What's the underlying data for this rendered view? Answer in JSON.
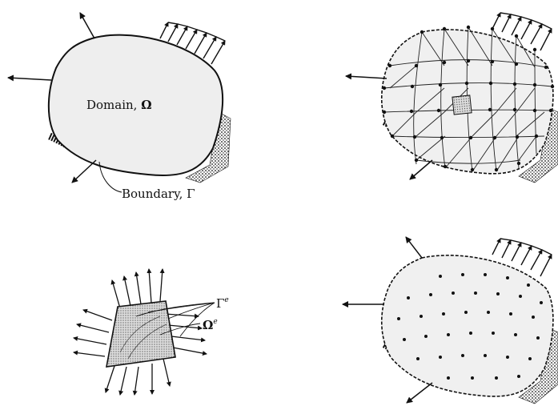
{
  "panel_continuum": {
    "domain_label": "Domain, ",
    "domain_symbol": "Ω",
    "boundary_label": "Boundary, Γ"
  },
  "panel_element": {
    "boundary_symbol": "Γ",
    "boundary_superscript": "e",
    "domain_symbol": "Ω",
    "domain_superscript": "e"
  },
  "colors": {
    "fill": "#eeeeee",
    "stroke": "#111111",
    "background": "#ffffff"
  }
}
